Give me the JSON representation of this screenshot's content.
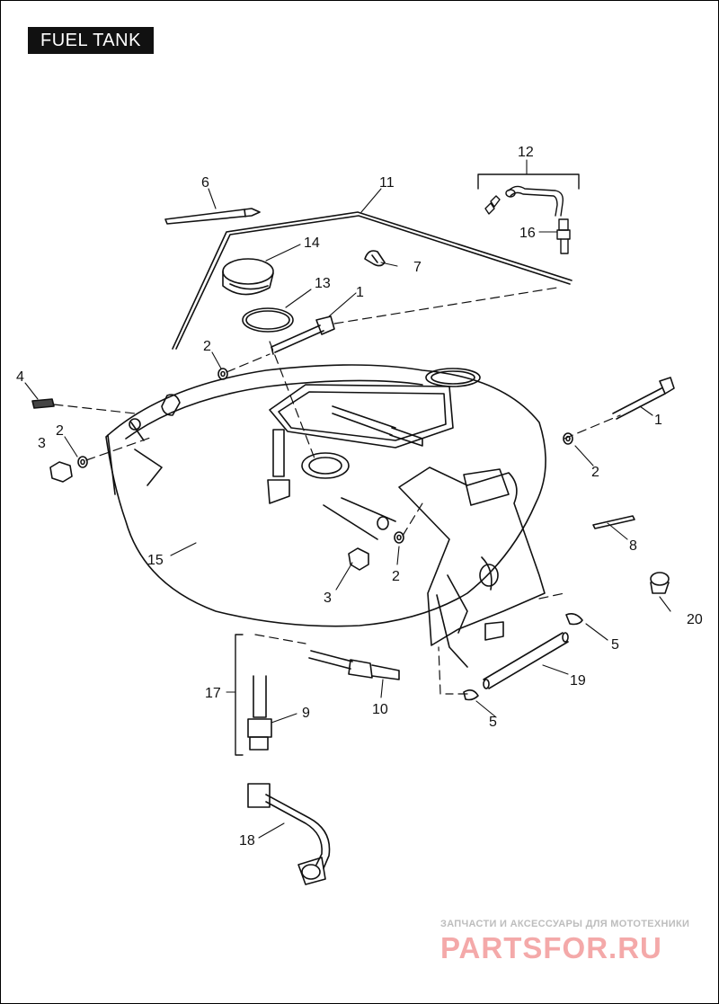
{
  "title": "FUEL TANK",
  "callouts": [
    "1",
    "1",
    "2",
    "2",
    "2",
    "2",
    "3",
    "3",
    "4",
    "5",
    "5",
    "6",
    "7",
    "8",
    "9",
    "10",
    "11",
    "12",
    "13",
    "14",
    "15",
    "16",
    "17",
    "18",
    "19",
    "20"
  ],
  "watermark": {
    "line1": "ЗАПЧАСТИ И АКСЕССУАРЫ ДЛЯ МОТОТЕХНИКИ",
    "line2": "PARTSFOR.RU"
  }
}
